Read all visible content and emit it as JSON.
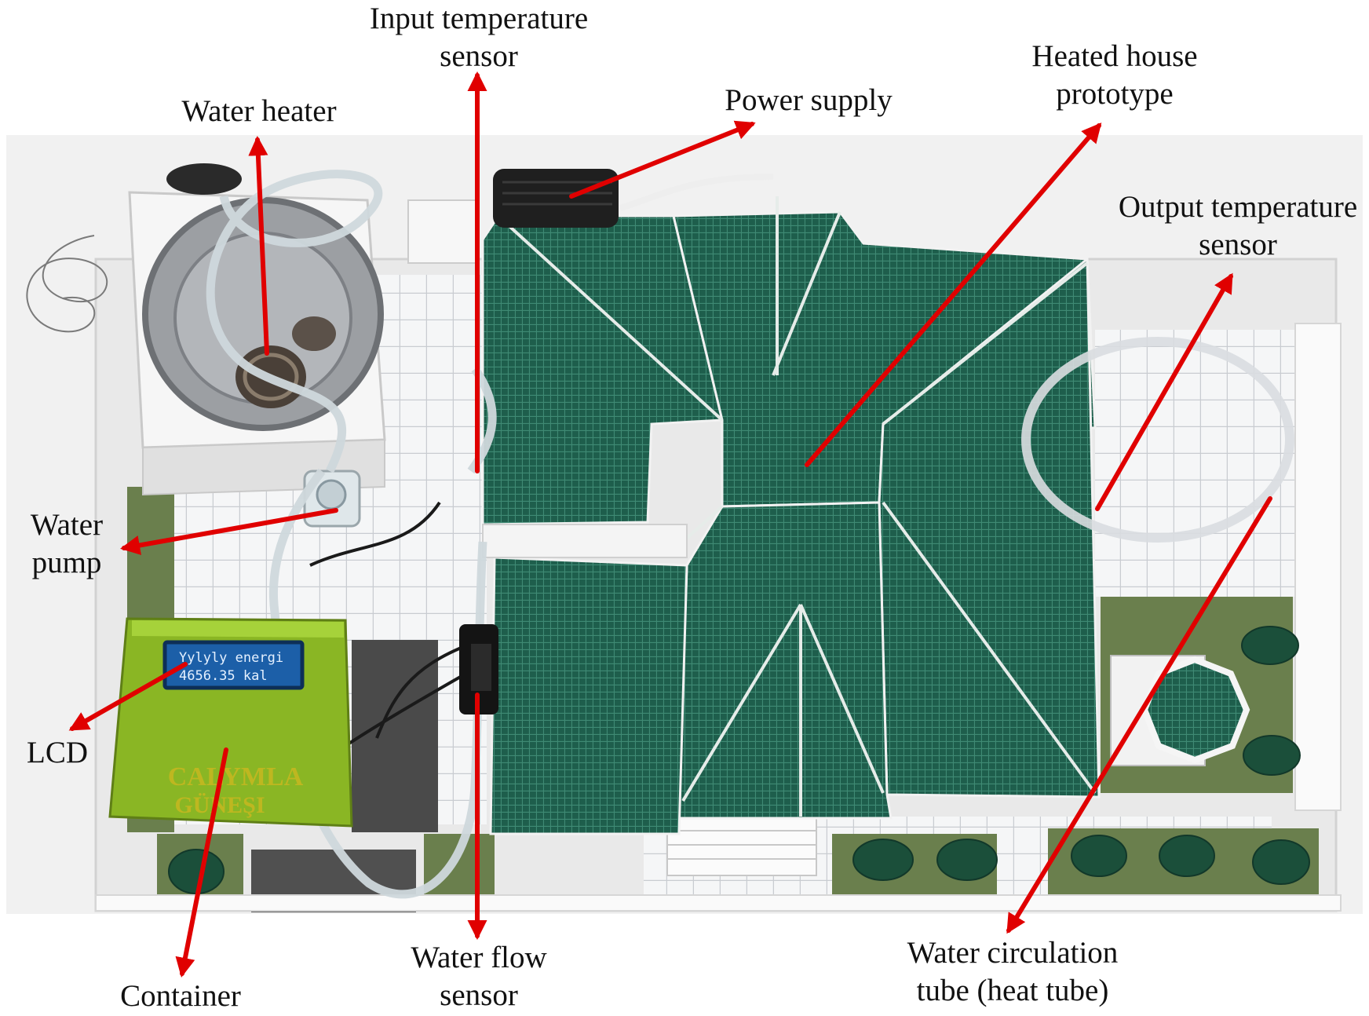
{
  "labels": {
    "input_temperature_sensor": [
      "Input temperature",
      "sensor"
    ],
    "water_heater": "Water heater",
    "power_supply": "Power supply",
    "heated_house_prototype": [
      "Heated house",
      "prototype"
    ],
    "output_temperature_sensor": [
      "Output temperature",
      "sensor"
    ],
    "water_pump": [
      "Water",
      "pump"
    ],
    "lcd": "LCD",
    "container": "Container",
    "water_flow_sensor": [
      "Water flow",
      "sensor"
    ],
    "water_circulation_tube": [
      "Water circulation",
      "tube (heat tube)"
    ]
  },
  "lcd_display": {
    "line1": "Yylyly energi",
    "line2": "4656.35 kal"
  },
  "container_print": {
    "line1": "CALYMLA",
    "line2": "GÜNEŞI"
  },
  "colors": {
    "arrow": "#e00000",
    "roof": "#1e5e4c",
    "roof_grout": "#3f8a74",
    "container_box": "#9ccc2c",
    "lcd_screen": "#1c5fa8",
    "lawn": "#6a7f4d",
    "base": "#f3f3f3"
  }
}
